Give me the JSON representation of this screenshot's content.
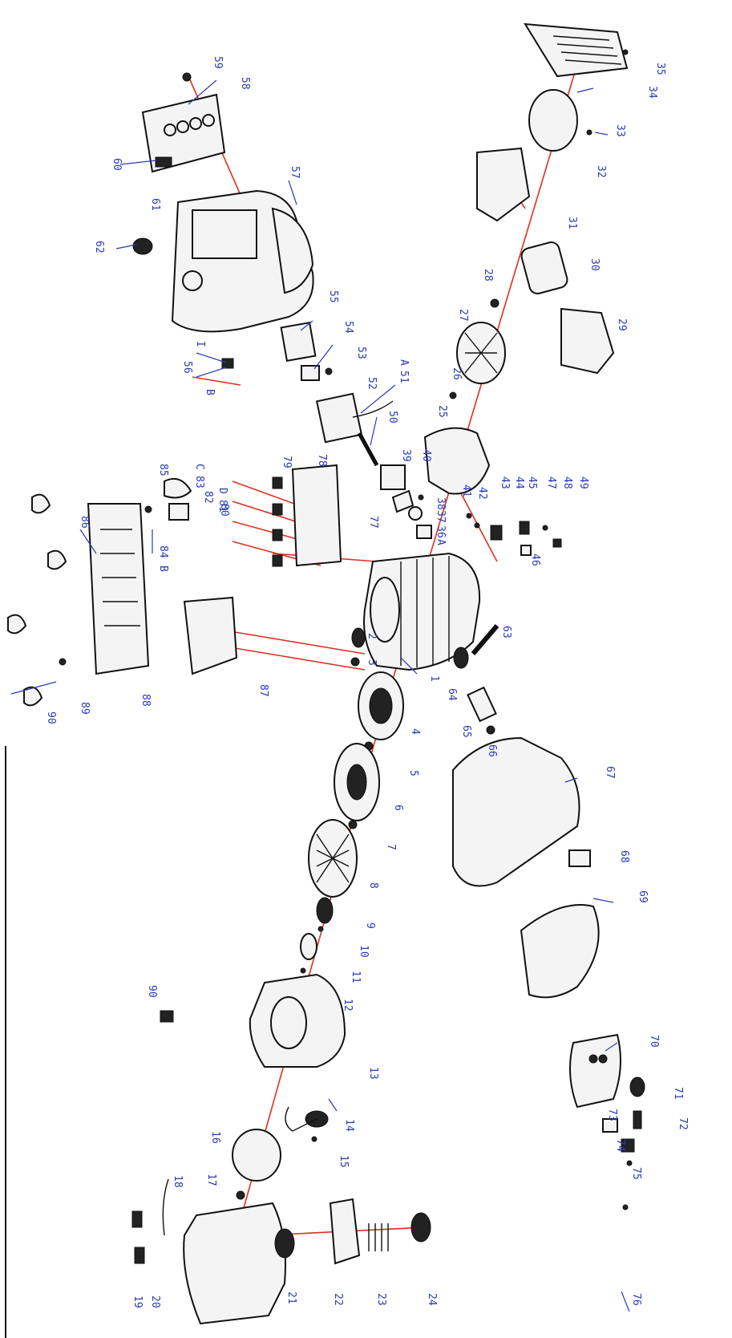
{
  "diagram": {
    "callouts": [
      "1",
      "2",
      "3",
      "4",
      "5",
      "6",
      "7",
      "8",
      "9",
      "10",
      "11",
      "12",
      "13",
      "14",
      "15",
      "16",
      "17",
      "18",
      "19",
      "20",
      "21",
      "22",
      "23",
      "24",
      "25",
      "26",
      "27",
      "28",
      "29",
      "30",
      "31",
      "32",
      "33",
      "34",
      "35",
      "36",
      "37",
      "38",
      "39",
      "40",
      "41",
      "42",
      "43",
      "44",
      "45",
      "46",
      "47",
      "48",
      "49",
      "50",
      "51",
      "52",
      "53",
      "54",
      "55",
      "56",
      "57",
      "58",
      "59",
      "60",
      "61",
      "62",
      "63",
      "64",
      "65",
      "66",
      "67",
      "68",
      "69",
      "70",
      "71",
      "72",
      "73",
      "74",
      "75",
      "76",
      "77",
      "78",
      "79",
      "80",
      "81",
      "82",
      "83",
      "84",
      "85",
      "86",
      "87",
      "88",
      "89",
      "90"
    ],
    "letters": [
      "A",
      "B",
      "C",
      "D"
    ],
    "callout_56": "56",
    "callout_18": "18",
    "callout_51": "51",
    "callout_84": "84",
    "callout_83": "83",
    "callout_81": "81",
    "callout_90b": "90",
    "letter_I": "I",
    "letter_B2": "B"
  },
  "colors": {
    "label": "#2a3ab8",
    "axis": "#e03020",
    "outline": "#111111"
  }
}
